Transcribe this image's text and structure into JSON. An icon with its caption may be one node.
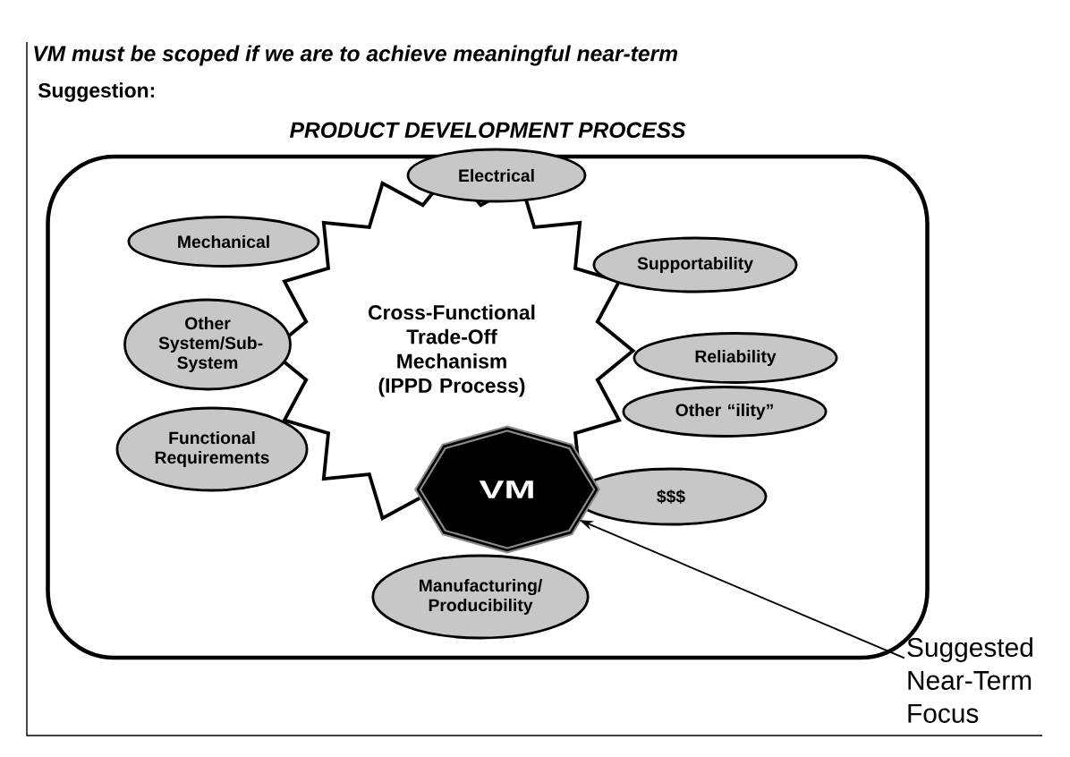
{
  "diagram": {
    "title": "VM must be scoped if we are to achieve meaningful near-term",
    "nodes": [
      {
        "text": [
          "PRODUCT DEVELOPMENT PROCESS"
        ]
      },
      {
        "text": [
          "Cross-Functional Trade-Off Mechanism (IPPD Process)"
        ],
        "in": 0
      },
      {
        "text": [
          "Electrical"
        ],
        "in": 0
      },
      {
        "text": [
          "Mechanical"
        ],
        "in": 0
      },
      {
        "text": [
          "Supportability"
        ],
        "in": 0
      },
      {
        "text": [
          "Other System/Sub-System"
        ],
        "in": 0
      },
      {
        "text": [
          "Reliability"
        ],
        "in": 0
      },
      {
        "text": [
          "Other “ility”"
        ],
        "in": 0
      },
      {
        "text": [
          "Functional Requirements"
        ],
        "in": 0
      },
      {
        "text": [
          "$$$"
        ],
        "in": 0
      },
      {
        "text": [
          "VM"
        ],
        "in": 0
      },
      {
        "text": [
          "Manufacturing/ Producibility"
        ],
        "in": 0
      },
      {
        "text": [
          "Suggested Near-Term Focus"
        ]
      }
    ],
    "edges": [
      {
        "from": 12,
        "to": 10,
        "arrow": "to"
      }
    ],
    "labels": [
      "Suggestion:"
    ]
  }
}
